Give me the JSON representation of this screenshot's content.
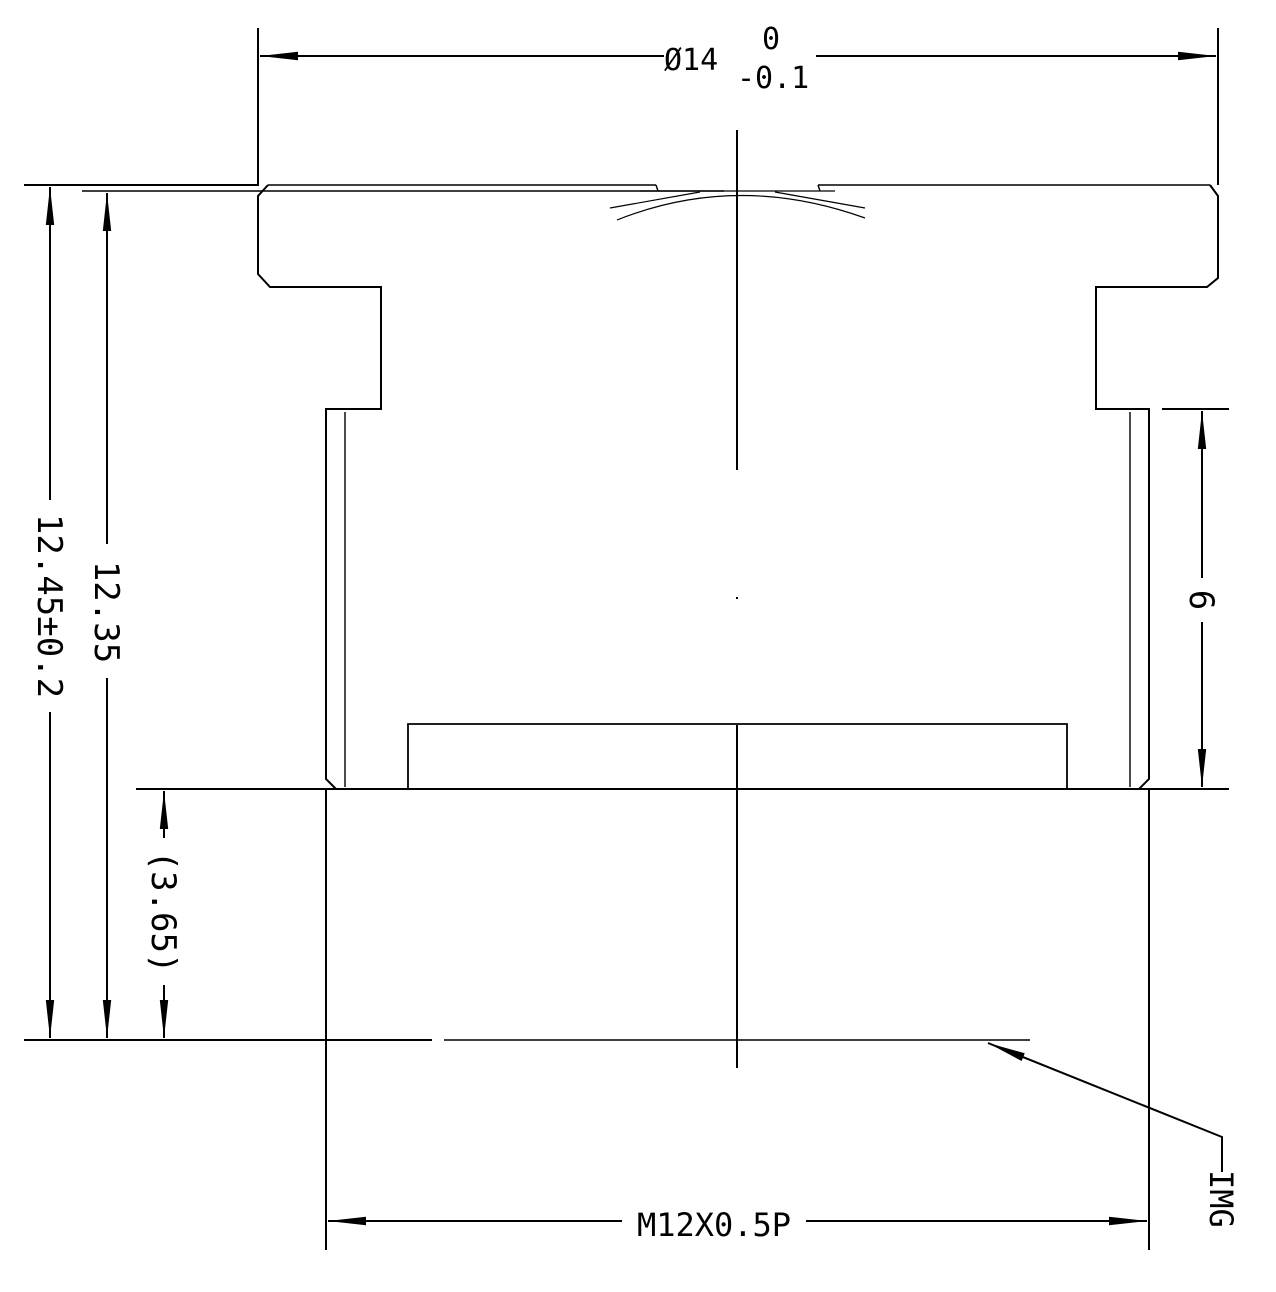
{
  "colors": {
    "line": "#000000",
    "background": "#ffffff"
  },
  "dimensions": {
    "outer_diameter": {
      "base": "Ø14",
      "upper_tolerance": "0",
      "lower_tolerance": "-0.1"
    },
    "total_length": "12.45±0.2",
    "optical_length": "12.35",
    "flange_back": "(3.65)",
    "thread_length": "6",
    "thread_spec": "M12X0.5P",
    "image_plane_label": "IMG"
  }
}
